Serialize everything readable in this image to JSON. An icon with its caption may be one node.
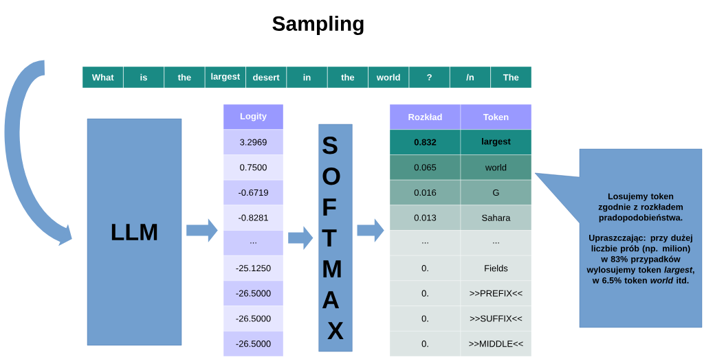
{
  "diagram": {
    "title": "Sampling",
    "nodes": [
      {
        "text": [
          "What",
          "is",
          "the",
          "largest",
          "desert",
          "in",
          "the",
          "world",
          "?",
          "/n",
          "The"
        ]
      },
      {
        "text": [
          "LLM"
        ]
      },
      {
        "text": [
          "Logity",
          "3.2969",
          "0.7500",
          "-0.6719",
          "-0.8281",
          "...",
          "-25.1250",
          "-26.5000",
          "-26.5000",
          "-26.5000"
        ]
      },
      {
        "text": [
          "SOFTMAX"
        ]
      },
      {
        "text": [
          "Rozkład",
          "Token",
          "0.832",
          "largest",
          "0.065",
          "world",
          "0.016",
          "G",
          "0.013",
          "Sahara",
          "...",
          "...",
          "0.",
          "Fields",
          "0.",
          ">>PREFIX<<",
          "0.",
          ">>SUFFIX<<",
          "0.",
          ">>MIDDLE<<"
        ]
      },
      {
        "text": [
          "Losujemy token zgodnie z rozkładem pradopodobieństwa.",
          "Upraszczając: przy dużej liczbie prób (np. milion) w 83% przypadków wylosujemy token *largest*, w 6.5% token *world* itd."
        ]
      }
    ],
    "edges": [
      {
        "from": 0,
        "to": 1,
        "arrow": "to"
      },
      {
        "from": 1,
        "to": 2,
        "arrow": "to"
      },
      {
        "from": 2,
        "to": 3,
        "arrow": "to"
      },
      {
        "from": 3,
        "to": 4,
        "arrow": "to"
      }
    ]
  }
}
